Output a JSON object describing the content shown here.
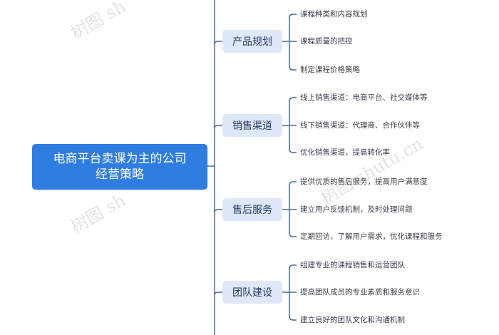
{
  "mindmap": {
    "root": {
      "line1": "电商平台卖课为主的公司",
      "line2": "经营策略"
    },
    "branches": [
      {
        "label": "产品规划",
        "leaves": [
          "课程种类和内容规划",
          "课程质量的把控",
          "制定课程价格策略"
        ]
      },
      {
        "label": "销售渠道",
        "leaves": [
          "线上销售渠道：电商平台、社交媒体等",
          "线下销售渠道：代理商、合作伙伴等",
          "优化销售渠道，提高转化率"
        ]
      },
      {
        "label": "售后服务",
        "leaves": [
          "提供优质的售后服务，提高用户满意度",
          "建立用户反馈机制，及时处理问题",
          "定期回访，了解用户需求，优化课程和服务"
        ]
      },
      {
        "label": "团队建设",
        "leaves": [
          "组建专业的课程销售和运营团队",
          "提高团队成员的专业素质和服务意识",
          "建立良好的团队文化和沟通机制"
        ]
      }
    ]
  },
  "watermarks": [
    "树图 sh",
    "树图 shutu.cn",
    "树图 sh",
    "树图 shutu.cn"
  ],
  "colors": {
    "root_bg": "#2f7de1",
    "branch_bg": "#dfe8f8",
    "line": "#4a6a99",
    "leaf_text": "#3a3f4a"
  }
}
